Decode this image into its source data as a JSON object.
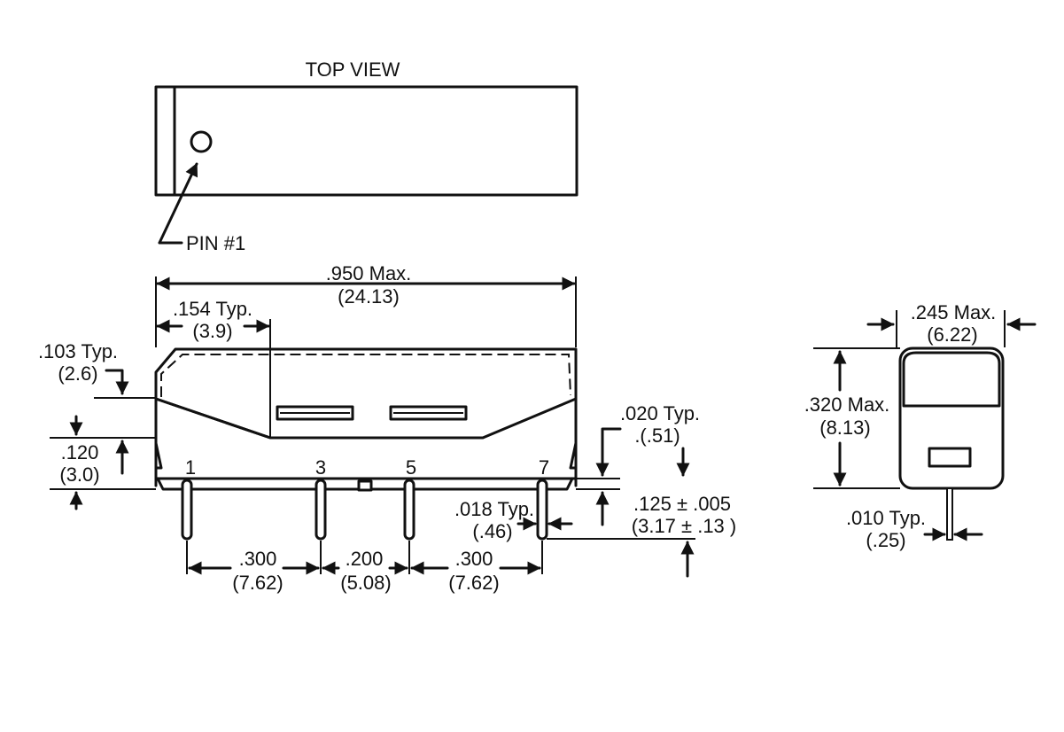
{
  "labels": {
    "top_view": "TOP VIEW",
    "pin1": "PIN #1",
    "overall_len_in": ".950 Max.",
    "overall_len_mm": "(24.13)",
    "offset_in": ".154 Typ.",
    "offset_mm": "(3.9)",
    "chamfer_in": ".103 Typ.",
    "chamfer_mm": "(2.6)",
    "standoff_in": ".120",
    "standoff_mm": "(3.0)",
    "pin_1": "1",
    "pin_3": "3",
    "pin_5": "5",
    "pin_7": "7",
    "foot_in": ".020 Typ.",
    "foot_mm": ".(.51)",
    "pin_dia_in": ".018 Typ.",
    "pin_dia_mm": "(.46)",
    "pin_len_in": ".125 ± .005",
    "pin_len_mm": "(3.17 ± .13 )",
    "sp1_in": ".300",
    "sp1_mm": "(7.62)",
    "sp2_in": ".200",
    "sp2_mm": "(5.08)",
    "sp3_in": ".300",
    "sp3_mm": "(7.62)",
    "width_in": ".245 Max.",
    "width_mm": "(6.22)",
    "height_in": ".320 Max.",
    "height_mm": "(8.13)",
    "lead_in": ".010 Typ.",
    "lead_mm": "(.25)"
  }
}
